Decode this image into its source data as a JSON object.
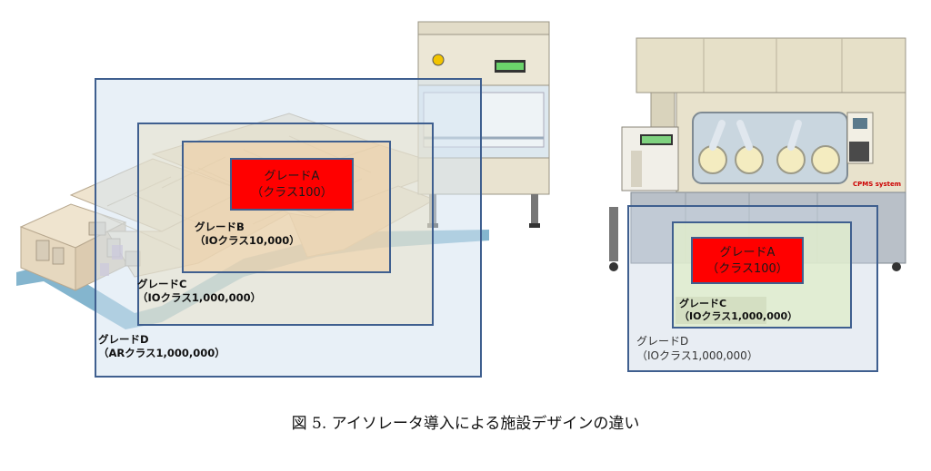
{
  "left": {
    "grade_a": {
      "line1": "グレードA",
      "line2": "（クラス100）"
    },
    "grade_b": {
      "line1": "グレードB",
      "line2": "（IOクラス10,000）"
    },
    "grade_c": {
      "line1": "グレードC",
      "line2": "（IOクラス1,000,000）"
    },
    "grade_d": {
      "line1": "グレードD",
      "line2": "（ARクラス1,000,000）"
    }
  },
  "right": {
    "grade_a": {
      "line1": "グレードA",
      "line2": "（クラス100）"
    },
    "grade_c": {
      "line1": "グレードC",
      "line2": "（IOクラス1,000,000）"
    },
    "grade_d": {
      "line1": "グレードD",
      "line2": "（IOクラス1,000,000）"
    },
    "brand_label": "CPMS system"
  },
  "caption": "図 5.  アイソレータ導入による施設デザインの違い",
  "colors": {
    "zone_border": "#3f5f8f",
    "grade_a_fill": "#ff0000",
    "floor_path": "#6fa8c6"
  }
}
